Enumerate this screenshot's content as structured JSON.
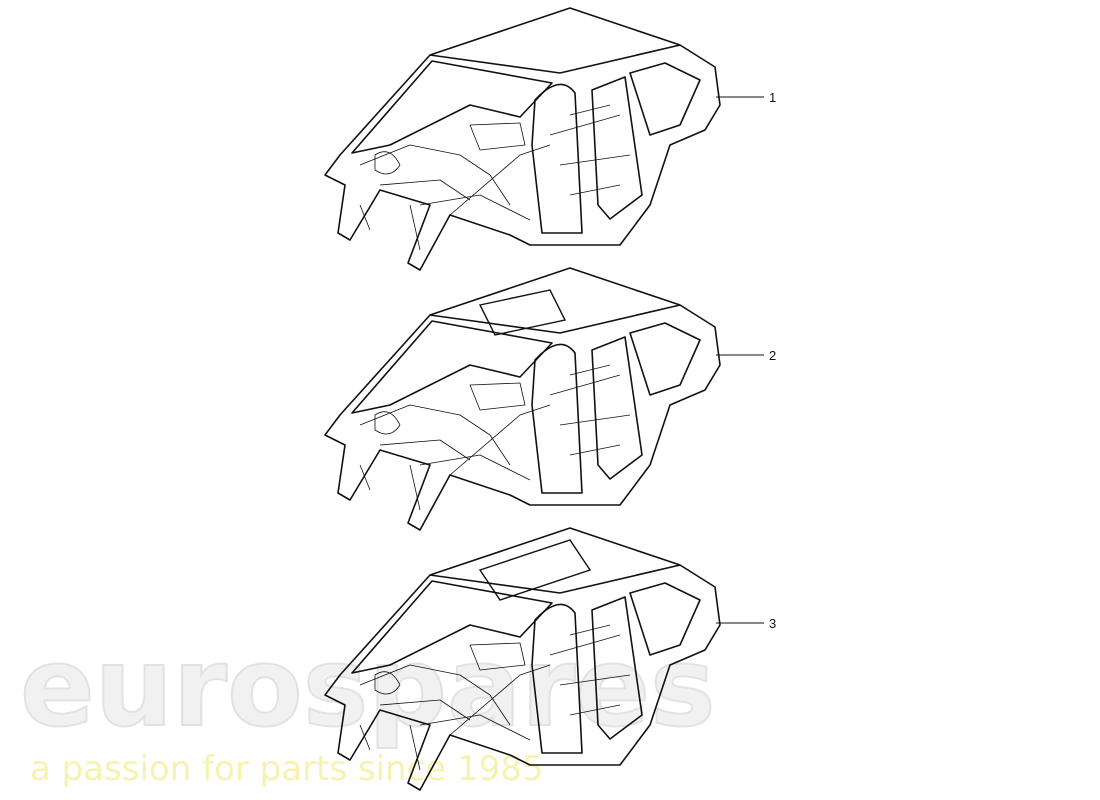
{
  "watermark": {
    "brand": "eurospares",
    "tagline": "a passion for parts since 1985",
    "brand_color": "#e2e2e2",
    "tagline_color": "#f6f3b0"
  },
  "parts": [
    {
      "callout": "1",
      "description_icon": "body-shell"
    },
    {
      "callout": "2",
      "description_icon": "body-shell-sunroof"
    },
    {
      "callout": "3",
      "description_icon": "body-shell-panoramic-roof"
    }
  ]
}
